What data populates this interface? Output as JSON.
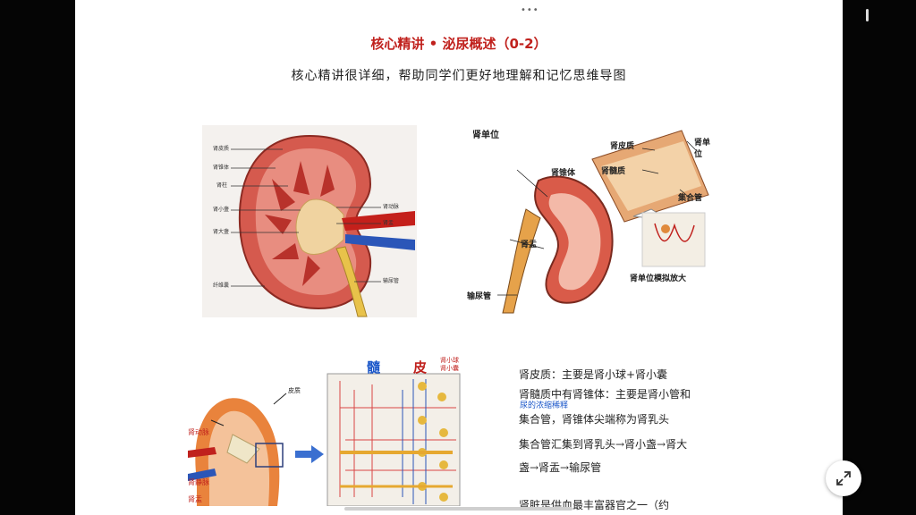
{
  "header": {
    "menu_dots": "•••",
    "title": "核心精讲 • 泌尿概述（0-2）",
    "subtitle": "核心精讲很详细，帮助同学们更好地理解和记忆思维导图"
  },
  "figure1": {
    "labels_left": [
      "肾皮质",
      "肾锥体",
      "肾柱",
      "肾小盏",
      "肾大盏",
      "纤维囊"
    ],
    "labels_right": [
      "肾动脉",
      "肾盂",
      "输尿管"
    ]
  },
  "figure2": {
    "heading": "肾单位",
    "labels": [
      "肾皮质",
      "肾单位",
      "肾髓质",
      "肾锥体",
      "集合管",
      "肾盂",
      "输尿管"
    ],
    "caption": "肾单位模拟放大"
  },
  "figure3": {
    "labels": [
      "皮质",
      "肾动脉",
      "肾静脉",
      "肾盂"
    ],
    "zoom_headers": [
      "髓",
      "皮"
    ],
    "zoom_legend": [
      "肾小球",
      "肾小囊"
    ]
  },
  "notes": {
    "lines": [
      "肾皮质：主要是肾小球+肾小囊",
      "肾髓质中有肾锥体：主要是肾小管和",
      "集合管，肾锥体尖端称为肾乳头",
      "集合管汇集到肾乳头→肾小盏→肾大",
      "盏→肾盂→输尿管",
      "肾脏是供血最丰富器官之一（约"
    ],
    "handwritten": "尿的浓缩稀释"
  },
  "controls": {
    "expand_icon": "expand-diagonal-icon"
  }
}
